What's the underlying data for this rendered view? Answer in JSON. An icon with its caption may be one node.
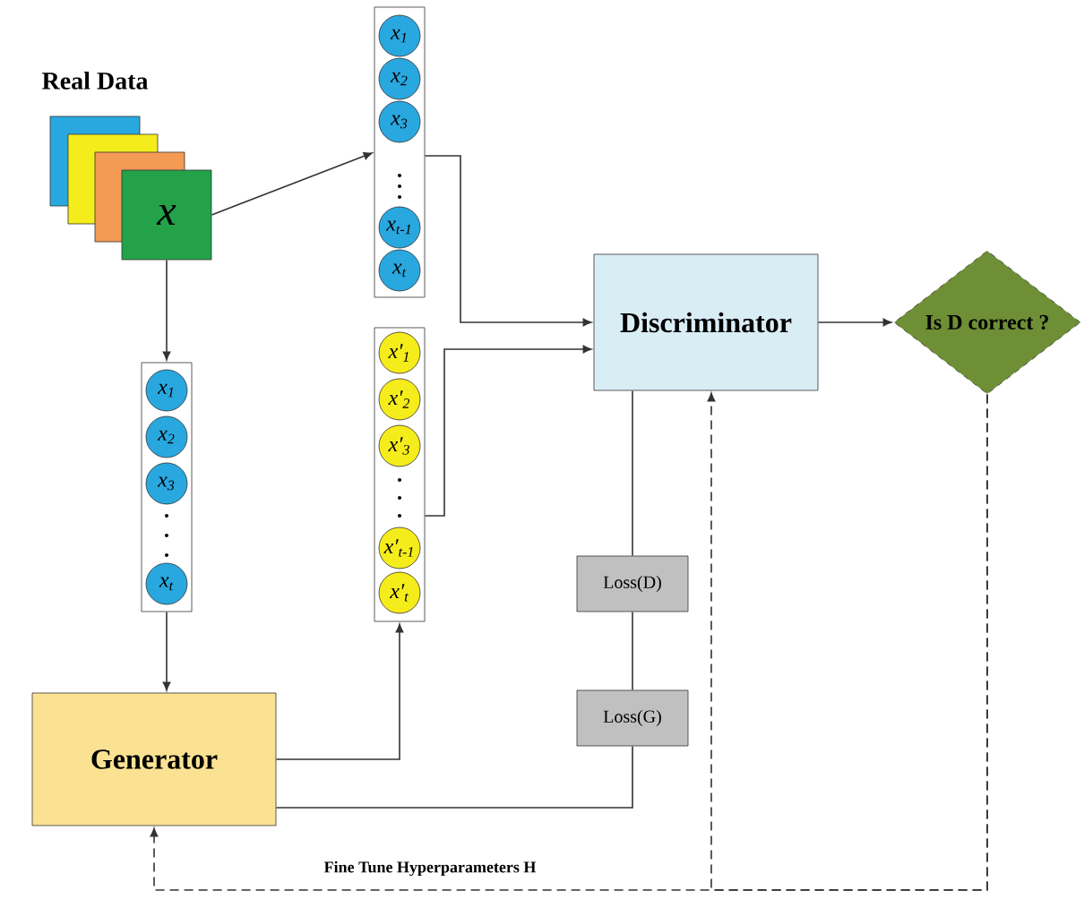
{
  "diagram": {
    "nodes": [
      {
        "text": [
          "Real Data",
          "x"
        ]
      },
      {
        "text": [],
        "shape": "box"
      },
      {
        "text": [
          "x$_{1}$"
        ],
        "in": 1
      },
      {
        "text": [
          "x$_{2}$"
        ],
        "in": 1
      },
      {
        "text": [
          "x$_{3}$"
        ],
        "in": 1
      },
      {
        "text": [
          "x$_{t-1}$"
        ],
        "in": 1
      },
      {
        "text": [
          "x$_{t}$"
        ],
        "in": 1
      },
      {
        "text": [],
        "shape": "box"
      },
      {
        "text": [
          "x$_{1}$"
        ],
        "in": 7
      },
      {
        "text": [
          "x$_{2}$"
        ],
        "in": 7
      },
      {
        "text": [
          "x$_{3}$"
        ],
        "in": 7
      },
      {
        "text": [
          "x$_{t}$"
        ],
        "in": 7
      },
      {
        "text": [],
        "shape": "box"
      },
      {
        "text": [
          "x′$_{1}$"
        ],
        "in": 12
      },
      {
        "text": [
          "x′$_{2}$"
        ],
        "in": 12
      },
      {
        "text": [
          "x′$_{3}$"
        ],
        "in": 12
      },
      {
        "text": [
          "x′$_{t-1}$"
        ],
        "in": 12
      },
      {
        "text": [
          "x′$_{t}$"
        ],
        "in": 12
      },
      {
        "text": [
          "Discriminator"
        ]
      },
      {
        "text": [
          "Is D correct ?"
        ]
      },
      {
        "text": [
          "Loss(D)"
        ]
      },
      {
        "text": [
          "Loss(G)"
        ]
      },
      {
        "text": [
          "Generator"
        ]
      }
    ],
    "edges": [
      {
        "from": 0,
        "to": 1,
        "arrow": "to"
      },
      {
        "from": 0,
        "to": 7,
        "arrow": "to"
      },
      {
        "from": 7,
        "to": 22,
        "arrow": "to"
      },
      {
        "from": 22,
        "to": 12,
        "arrow": "to"
      },
      {
        "from": 1,
        "to": 18,
        "arrow": "to"
      },
      {
        "from": 12,
        "to": 18,
        "arrow": "to"
      },
      {
        "from": 18,
        "to": 19,
        "arrow": "to"
      },
      {
        "from": 18,
        "to": 20,
        "arrow": "none"
      },
      {
        "from": 20,
        "to": 21,
        "arrow": "none"
      },
      {
        "from": 21,
        "to": 22,
        "arrow": "none"
      },
      {
        "from": 19,
        "to": 22,
        "arrow": "to",
        "style": "dashed",
        "label": "Fine Tune Hyperparameters H"
      },
      {
        "from": 19,
        "to": 18,
        "arrow": "to",
        "style": "dashed"
      }
    ]
  }
}
